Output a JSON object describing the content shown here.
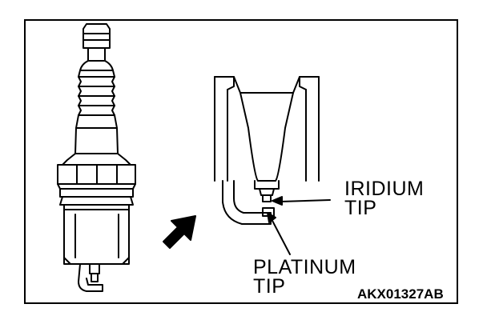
{
  "labels": {
    "iridium_line1": "IRIDIUM",
    "iridium_line2": "TIP",
    "platinum_line1": "PLATINUM",
    "platinum_line2": "TIP"
  },
  "figure_code": "AKX01327AB",
  "colors": {
    "line": "#000000",
    "background": "#ffffff"
  }
}
